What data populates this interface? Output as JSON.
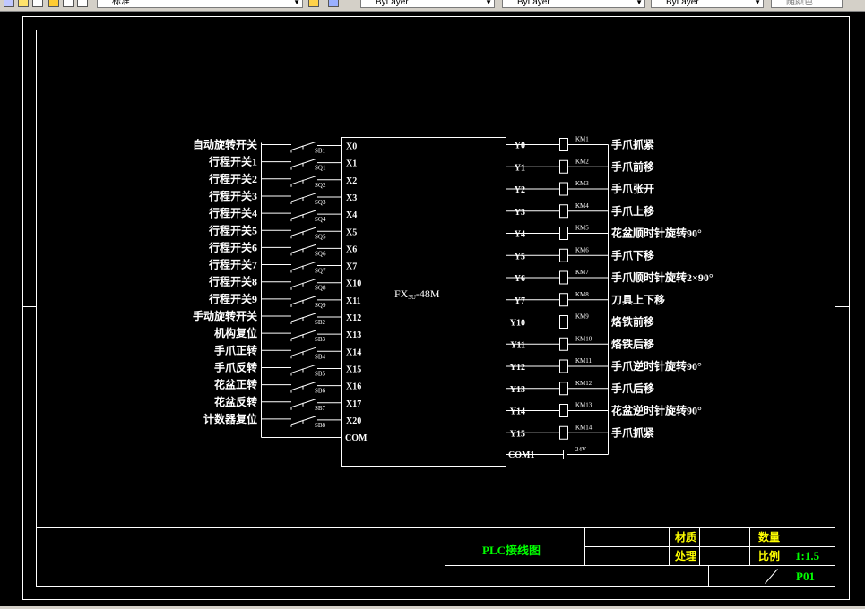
{
  "toolbar": {
    "style_value": "标准",
    "layer_value": "ByLayer",
    "linetype_value": "ByLayer",
    "lineweight_value": "ByLayer",
    "plotstyle_value": "随颜色"
  },
  "plc": {
    "model_main": "FX",
    "model_sub": "3U",
    "model_rest": "-48M",
    "inputs": [
      {
        "label": "自动旋转开关",
        "switch": "SB1",
        "pin": "X0"
      },
      {
        "label": "行程开关1",
        "switch": "SQ1",
        "pin": "X1"
      },
      {
        "label": "行程开关2",
        "switch": "SQ2",
        "pin": "X2"
      },
      {
        "label": "行程开关3",
        "switch": "SQ3",
        "pin": "X3"
      },
      {
        "label": "行程开关4",
        "switch": "SQ4",
        "pin": "X4"
      },
      {
        "label": "行程开关5",
        "switch": "SQ5",
        "pin": "X5"
      },
      {
        "label": "行程开关6",
        "switch": "SQ6",
        "pin": "X6"
      },
      {
        "label": "行程开关7",
        "switch": "SQ7",
        "pin": "X7"
      },
      {
        "label": "行程开关8",
        "switch": "SQ8",
        "pin": "X10"
      },
      {
        "label": "行程开关9",
        "switch": "SQ9",
        "pin": "X11"
      },
      {
        "label": "手动旋转开关",
        "switch": "SB2",
        "pin": "X12"
      },
      {
        "label": "机构复位",
        "switch": "SB3",
        "pin": "X13"
      },
      {
        "label": "手爪正转",
        "switch": "SB4",
        "pin": "X14"
      },
      {
        "label": "手爪反转",
        "switch": "SB5",
        "pin": "X15"
      },
      {
        "label": "花盆正转",
        "switch": "SB6",
        "pin": "X16"
      },
      {
        "label": "花盆反转",
        "switch": "SB7",
        "pin": "X17"
      },
      {
        "label": "计数器复位",
        "switch": "SB8",
        "pin": "X20"
      }
    ],
    "input_common": "COM",
    "outputs": [
      {
        "pin": "Y0",
        "coil": "KM1",
        "label": "手爪抓紧"
      },
      {
        "pin": "Y1",
        "coil": "KM2",
        "label": "手爪前移"
      },
      {
        "pin": "Y2",
        "coil": "KM3",
        "label": "手爪张开"
      },
      {
        "pin": "Y3",
        "coil": "KM4",
        "label": "手爪上移"
      },
      {
        "pin": "Y4",
        "coil": "KM5",
        "label": "花盆顺时针旋转90°"
      },
      {
        "pin": "Y5",
        "coil": "KM6",
        "label": "手爪下移"
      },
      {
        "pin": "Y6",
        "coil": "KM7",
        "label": "手爪顺时针旋转2×90°"
      },
      {
        "pin": "Y7",
        "coil": "KM8",
        "label": "刀具上下移"
      },
      {
        "pin": "Y10",
        "coil": "KM9",
        "label": "烙铁前移"
      },
      {
        "pin": "Y11",
        "coil": "KM10",
        "label": "烙铁后移"
      },
      {
        "pin": "Y12",
        "coil": "KM11",
        "label": "手爪逆时针旋转90°"
      },
      {
        "pin": "Y13",
        "coil": "KM12",
        "label": "手爪后移"
      },
      {
        "pin": "Y14",
        "coil": "KM13",
        "label": "花盆逆时针旋转90°"
      },
      {
        "pin": "Y15",
        "coil": "KM14",
        "label": "手爪抓紧"
      }
    ],
    "output_common": "COM1",
    "supply": "24V"
  },
  "title_block": {
    "title": "PLC接线图",
    "material_label": "材质",
    "treatment_label": "处理",
    "quantity_label": "数量",
    "scale_label": "比例",
    "scale_value": "1:1.5",
    "drawing_no": "P01"
  },
  "colors": {
    "background": "#000000",
    "lines": "#ffffff",
    "label_yellow": "#ffff00",
    "label_green": "#00ff00"
  }
}
